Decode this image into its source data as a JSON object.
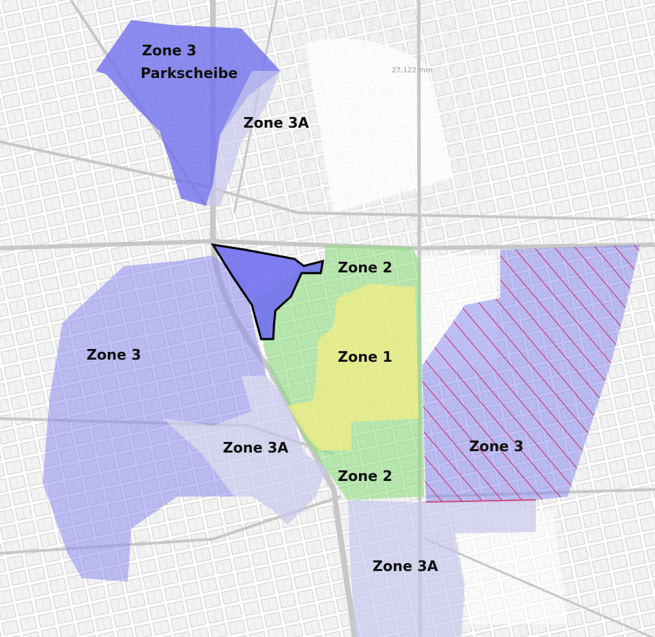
{
  "map": {
    "scale_text": "27,122 mm",
    "colors": {
      "background": "#ffffff",
      "streets": "#c7c7c7",
      "blocks": "#eeeeee",
      "zone1": "#f5ee80",
      "zone2": "#90dc80",
      "zone3": "#8c8cf0",
      "zone3a": "#c8c8ec",
      "zone3_parkscheibe": "#7070ee",
      "hatch": "#d0184a",
      "outline": "#000000"
    },
    "labels": {
      "zone3_parkscheibe_line1": "Zone 3",
      "zone3_parkscheibe_line2": "Parkscheibe",
      "zone3a_north": "Zone 3A",
      "zone2_north": "Zone 2",
      "zone1": "Zone 1",
      "zone3_west": "Zone 3",
      "zone3a_center": "Zone 3A",
      "zone2_south": "Zone 2",
      "zone3_east": "Zone 3",
      "zone3a_south": "Zone 3A"
    }
  }
}
